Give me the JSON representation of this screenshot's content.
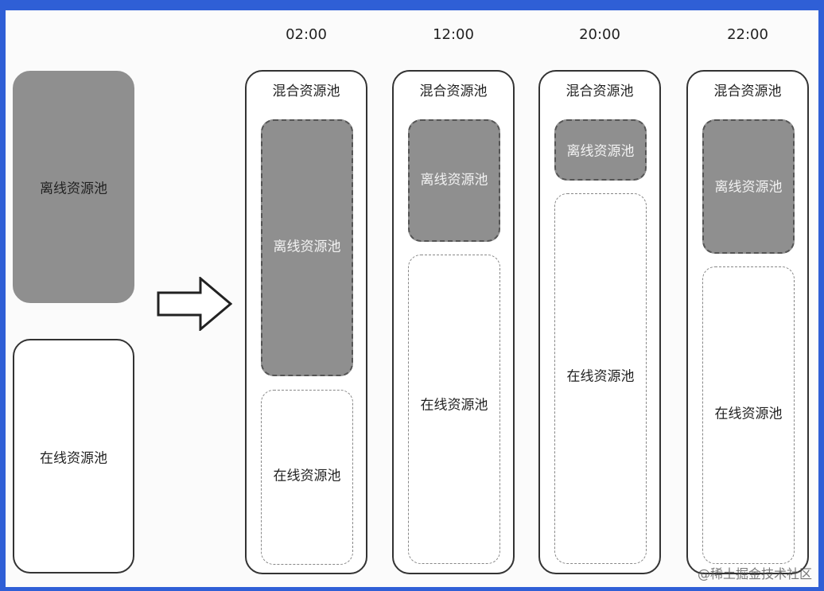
{
  "left": {
    "offline_label": "离线资源池",
    "online_label": "在线资源池"
  },
  "timeline": [
    {
      "time": "02:00",
      "title": "混合资源池",
      "offline_label": "离线资源池",
      "online_label": "在线资源池"
    },
    {
      "time": "12:00",
      "title": "混合资源池",
      "offline_label": "离线资源池",
      "online_label": "在线资源池"
    },
    {
      "time": "20:00",
      "title": "混合资源池",
      "offline_label": "离线资源池",
      "online_label": "在线资源池"
    },
    {
      "time": "22:00",
      "title": "混合资源池",
      "offline_label": "离线资源池",
      "online_label": "在线资源池"
    }
  ],
  "watermark": "@稀土掘金技术社区",
  "icons": {
    "arrow": "right-arrow-icon"
  }
}
